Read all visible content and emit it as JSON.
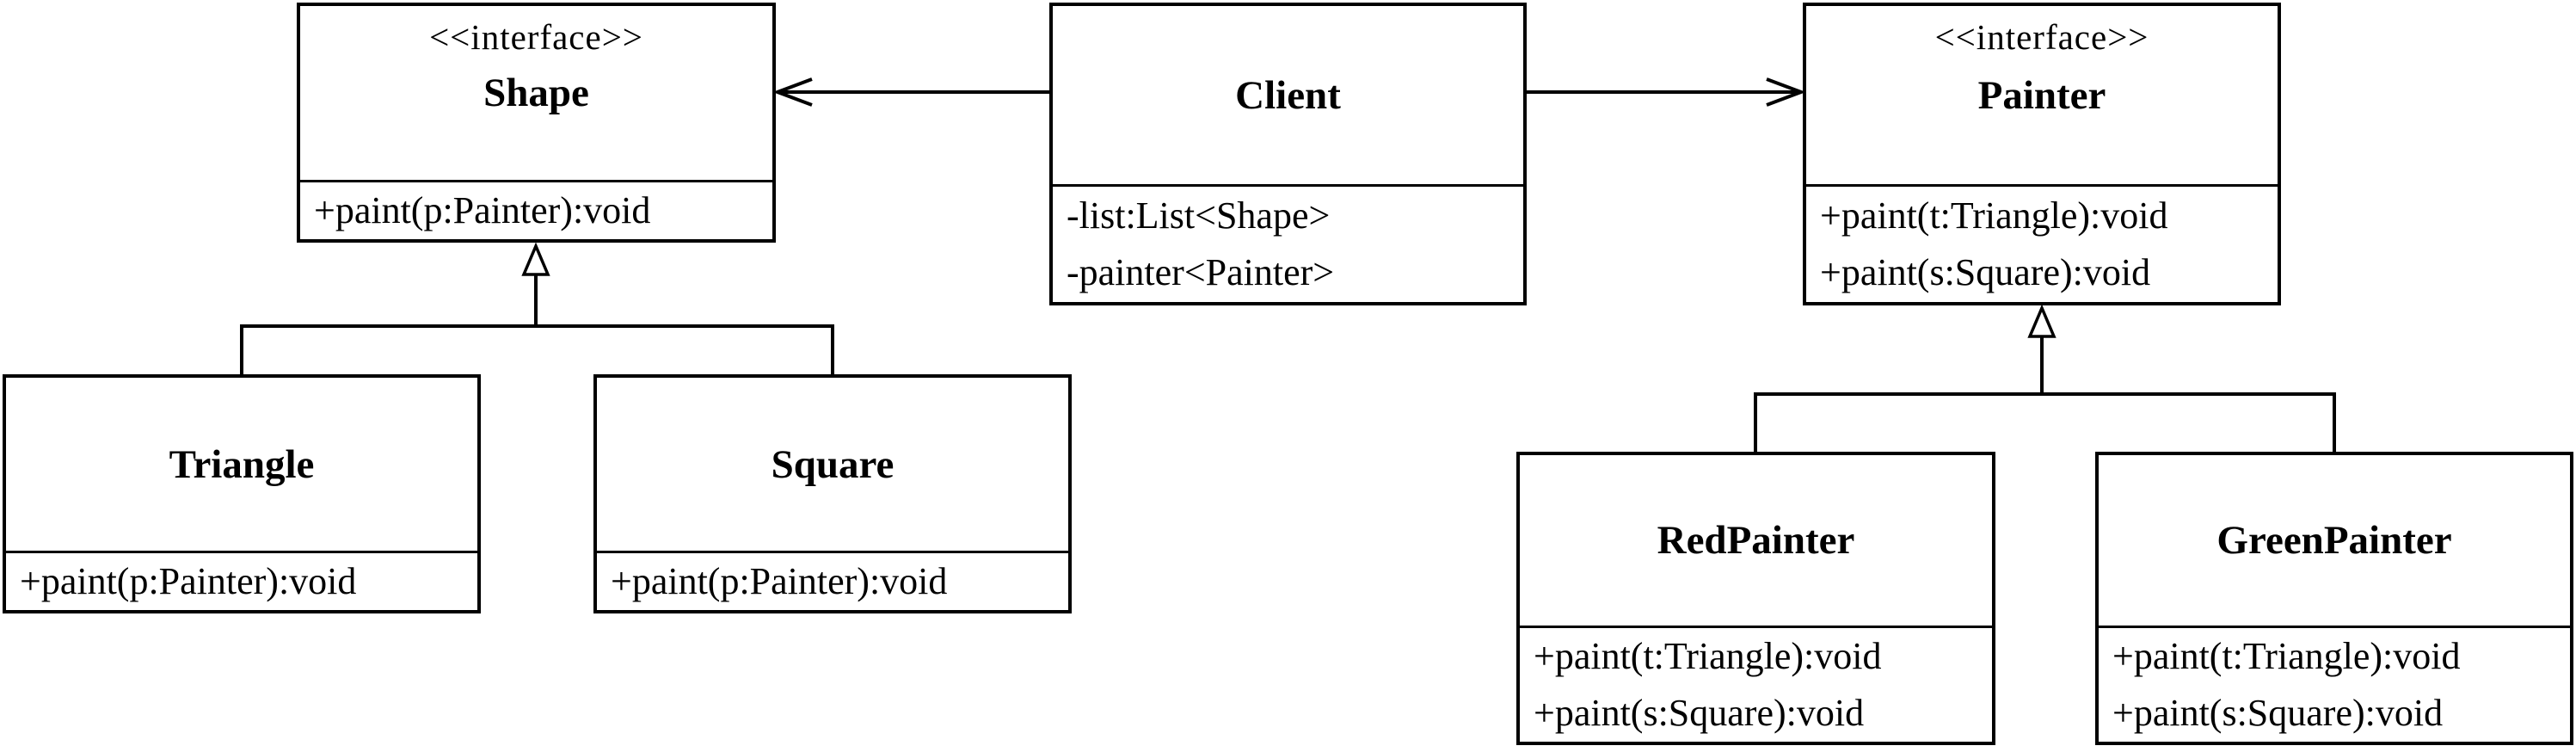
{
  "classes": {
    "shape": {
      "stereotype": "<<interface>>",
      "name": "Shape",
      "members": [
        "+paint(p:Painter):void"
      ]
    },
    "client": {
      "name": "Client",
      "members": [
        "-list:List<Shape>",
        "-painter<Painter>"
      ]
    },
    "painter": {
      "stereotype": "<<interface>>",
      "name": "Painter",
      "members": [
        "+paint(t:Triangle):void",
        "+paint(s:Square):void"
      ]
    },
    "triangle": {
      "name": "Triangle",
      "members": [
        "+paint(p:Painter):void"
      ]
    },
    "square": {
      "name": "Square",
      "members": [
        "+paint(p:Painter):void"
      ]
    },
    "red_painter": {
      "name": "RedPainter",
      "members": [
        "+paint(t:Triangle):void",
        "+paint(s:Square):void"
      ]
    },
    "green_painter": {
      "name": "GreenPainter",
      "members": [
        "+paint(t:Triangle):void",
        "+paint(s:Square):void"
      ]
    }
  },
  "relations": [
    {
      "from": "Client",
      "to": "Shape",
      "type": "directed-association"
    },
    {
      "from": "Client",
      "to": "Painter",
      "type": "directed-association"
    },
    {
      "from": "Triangle",
      "to": "Shape",
      "type": "generalization"
    },
    {
      "from": "Square",
      "to": "Shape",
      "type": "generalization"
    },
    {
      "from": "RedPainter",
      "to": "Painter",
      "type": "generalization"
    },
    {
      "from": "GreenPainter",
      "to": "Painter",
      "type": "generalization"
    }
  ],
  "colors": {
    "line": "#000000",
    "background": "#ffffff",
    "text": "#000000"
  }
}
